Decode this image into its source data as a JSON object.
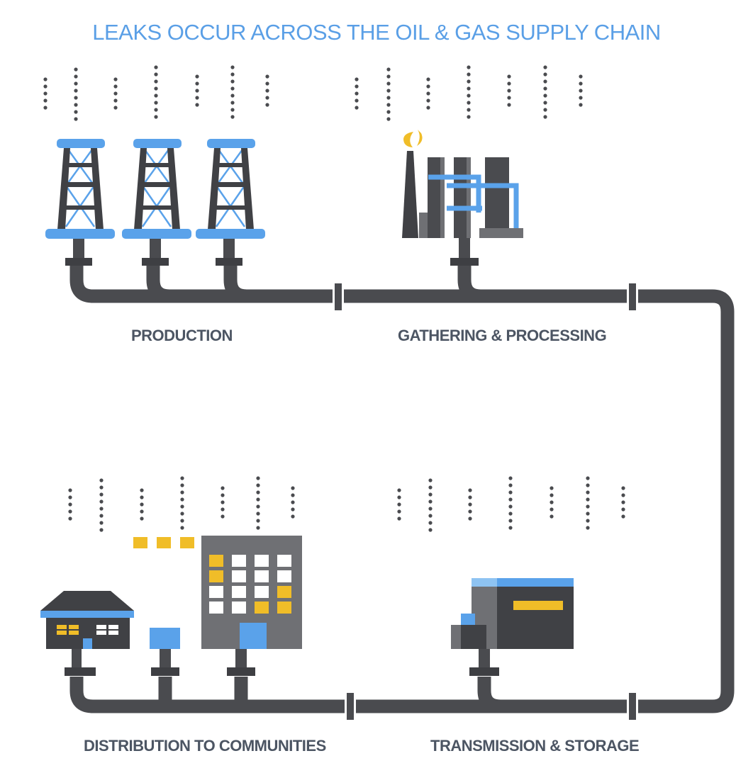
{
  "title": "LEAKS OCCUR ACROSS THE OIL & GAS SUPPLY CHAIN",
  "stages": {
    "production": "PRODUCTION",
    "gathering": "GATHERING & PROCESSING",
    "distribution": "DISTRIBUTION TO COMMUNITIES",
    "transmission": "TRANSMISSION & STORAGE"
  },
  "colors": {
    "pipe": "#4a4b4f",
    "accent_blue": "#5aa2ea",
    "accent_yellow": "#f0bd28",
    "building_gray": "#6f7074",
    "dark": "#3e3f43"
  },
  "icons": [
    "oil-rig-icon",
    "processing-plant-icon",
    "flame-icon",
    "house-icon",
    "office-building-icon",
    "utility-box-icon",
    "storage-facility-icon",
    "emission-dots-icon"
  ]
}
